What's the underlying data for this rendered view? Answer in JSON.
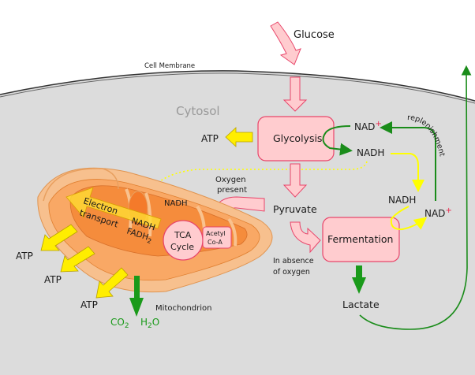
{
  "labels": {
    "glucose": "Glucose",
    "cell_membrane": "Cell Membrane",
    "cytosol": "Cytosol",
    "glycolysis": "Glycolysis",
    "atp_glycolysis": "ATP",
    "nad_plus_top": "NAD",
    "nad_plus_top_sup": "+",
    "nadh_top": "NADH",
    "replenishment": "replenishment",
    "oxygen_present_1": "Oxygen",
    "oxygen_present_2": "present",
    "nadh_mito": "NADH",
    "pyruvate": "Pyruvate",
    "absence_1": "In absence",
    "absence_2": "of oxygen",
    "fermentation": "Fermentation",
    "nadh_right": "NADH",
    "nad_plus_right": "NAD",
    "nad_plus_right_sup": "+",
    "lactate": "Lactate",
    "electron_1": "Electron",
    "electron_2": "transport",
    "nadh_et": "NADH",
    "fadh2": "FADH",
    "fadh2_sub": "2",
    "tca_1": "TCA",
    "tca_2": "Cycle",
    "acetyl_1": "Acetyl",
    "acetyl_2": "Co-A",
    "atp_1": "ATP",
    "atp_2": "ATP",
    "atp_3": "ATP",
    "mitochondrion": "Mitochondrion",
    "co2": "CO",
    "co2_sub": "2",
    "h2o_h": "H",
    "h2o_sub": "2",
    "h2o_o": "O"
  },
  "colors": {
    "cytosol_bg": "#dcdcdc",
    "process_fill": "#ffcccf",
    "process_stroke": "#e8456a",
    "nad_green": "#1a8c1a",
    "nadh_yellow": "#ffff00",
    "atp_yellow": "#ffee00",
    "mito_orange": "#f58c3c",
    "plus_red": "#e8254a",
    "product_green": "#1a9a1a"
  }
}
